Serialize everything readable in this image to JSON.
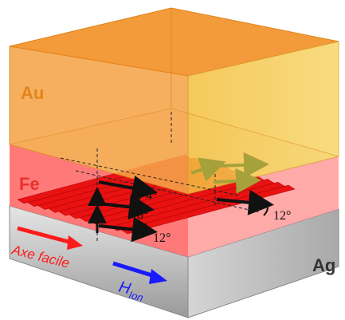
{
  "layers": {
    "au": {
      "label": "Au",
      "color": "#e0851a"
    },
    "fe": {
      "label": "Fe",
      "color": "#e8322c"
    },
    "ag": {
      "label": "Ag",
      "color": "#333333"
    }
  },
  "angles": {
    "a4": "4°",
    "a8": "8°",
    "a12_front": "12°",
    "a12_back": "12°"
  },
  "easy_axis": {
    "label": "Axe facile",
    "color": "#ff1a1a"
  },
  "ion_field": {
    "symbol": "H",
    "subscript": "Ion",
    "color": "#1a1aff"
  },
  "colors": {
    "au_fill": "#f5a54a",
    "fe_fill": "#ff6a6a",
    "ag_fill": "#c8c8c8",
    "step_red": "#e81212",
    "arrow_black": "#111111",
    "arrow_olive": "#a6a13a"
  }
}
